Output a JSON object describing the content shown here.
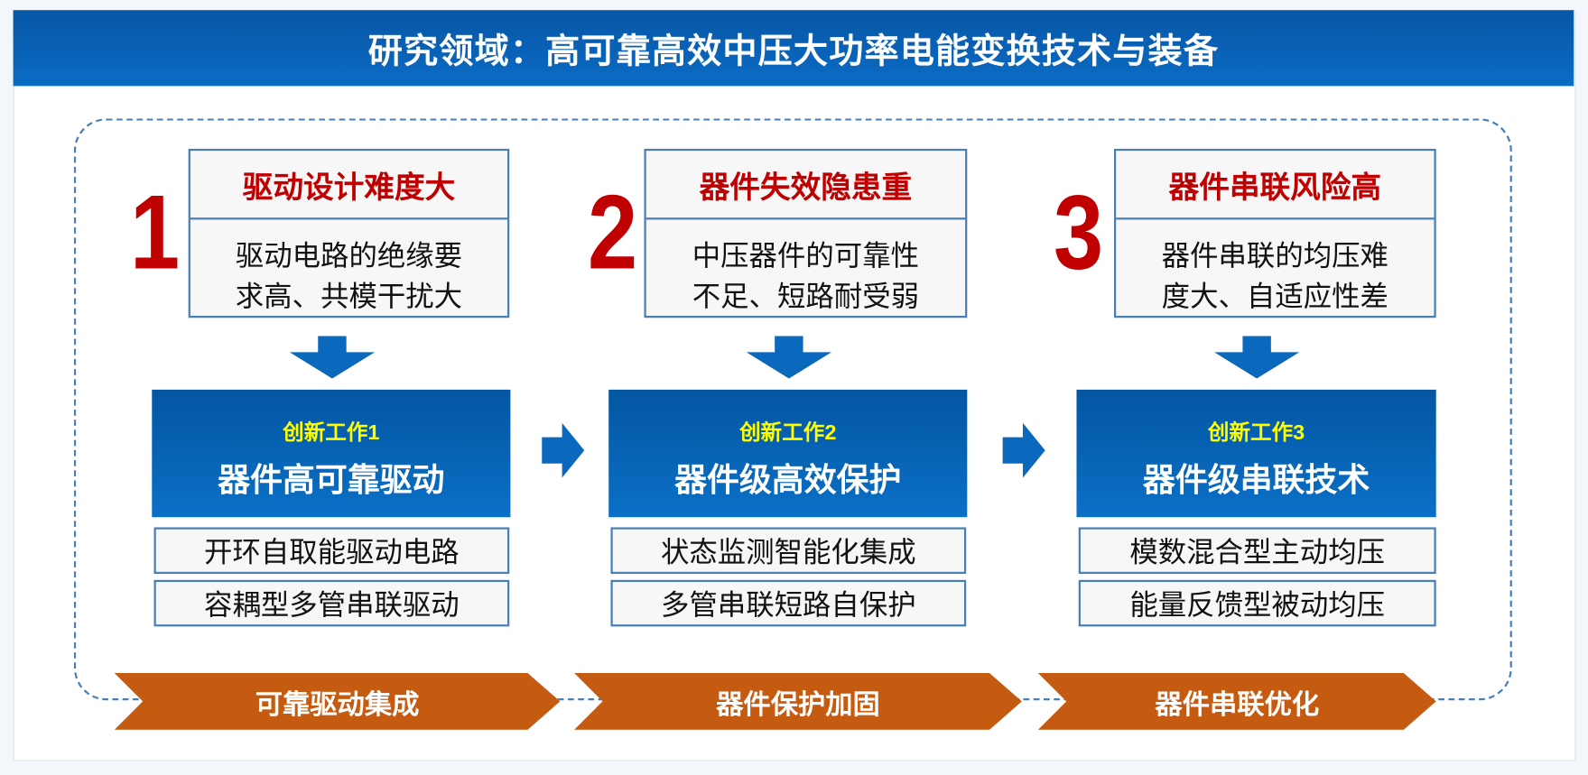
{
  "title": "研究领域：高可靠高效中压大功率电能变换技术与装备",
  "colors": {
    "title_bg": "#0a6cc4",
    "number": "#c00000",
    "chevron": "#c55a11",
    "label": "#ffff00"
  },
  "columns": [
    {
      "number": "1",
      "problem_title": "驱动设计难度大",
      "problem_lines": [
        "驱动电路的绝缘要",
        "求高、共模干扰大"
      ],
      "innovation_label": "创新工作1",
      "innovation_title": "器件高可靠驱动",
      "items": [
        "开环自取能驱动电路",
        "容耦型多管串联驱动"
      ],
      "stage": "可靠驱动集成"
    },
    {
      "number": "2",
      "problem_title": "器件失效隐患重",
      "problem_lines": [
        "中压器件的可靠性",
        "不足、短路耐受弱"
      ],
      "innovation_label": "创新工作2",
      "innovation_title": "器件级高效保护",
      "items": [
        "状态监测智能化集成",
        "多管串联短路自保护"
      ],
      "stage": "器件保护加固"
    },
    {
      "number": "3",
      "problem_title": "器件串联风险高",
      "problem_lines": [
        "器件串联的均压难",
        "度大、自适应性差"
      ],
      "innovation_label": "创新工作3",
      "innovation_title": "器件级串联技术",
      "items": [
        "模数混合型主动均压",
        "能量反馈型被动均压"
      ],
      "stage": "器件串联优化"
    }
  ]
}
